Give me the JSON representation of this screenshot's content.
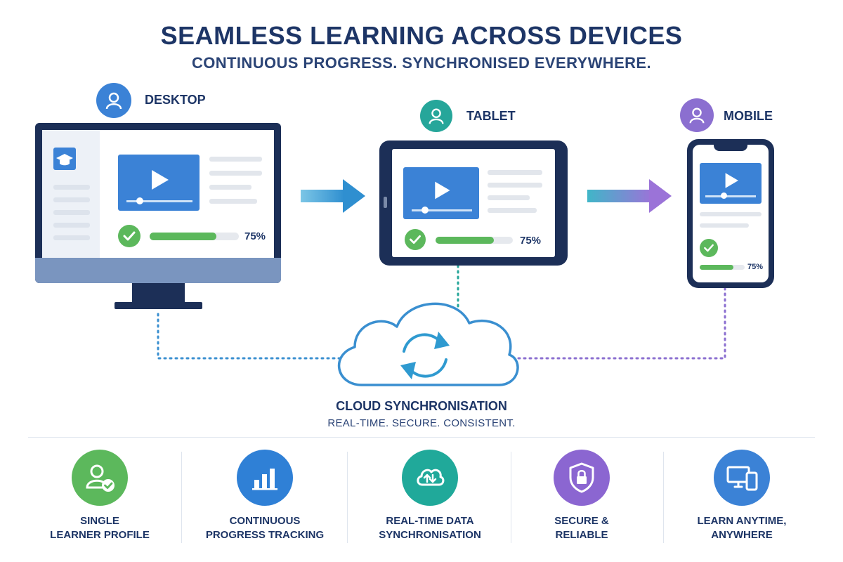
{
  "header": {
    "title": "SEAMLESS LEARNING ACROSS DEVICES",
    "subtitle": "CONTINUOUS PROGRESS. SYNCHRONISED EVERYWHERE."
  },
  "devices": [
    {
      "label": "DESKTOP",
      "progress_text": "75%",
      "progress": 0.75,
      "avatar_color": "#3b82d6"
    },
    {
      "label": "TABLET",
      "progress_text": "75%",
      "progress": 0.75,
      "avatar_color": "#26a69a"
    },
    {
      "label": "MOBILE",
      "progress_text": "75%",
      "progress": 0.75,
      "avatar_color": "#8b6fd0"
    }
  ],
  "cloud": {
    "title": "CLOUD SYNCHRONISATION",
    "subtitle": "REAL-TIME. SECURE. CONSISTENT."
  },
  "features": [
    {
      "label": "SINGLE\nLEARNER PROFILE",
      "icon": "user-check-icon",
      "color": "#5cb85c"
    },
    {
      "label": "CONTINUOUS\nPROGRESS TRACKING",
      "icon": "bar-chart-icon",
      "color": "#2f80d6"
    },
    {
      "label": "REAL-TIME DATA\nSYNCHRONISATION",
      "icon": "cloud-sync-icon",
      "color": "#20a99a"
    },
    {
      "label": "SECURE &\nRELIABLE",
      "icon": "shield-lock-icon",
      "color": "#8b66d1"
    },
    {
      "label": "LEARN ANYTIME,\nANYWHERE",
      "icon": "devices-icon",
      "color": "#3b82d6"
    }
  ]
}
